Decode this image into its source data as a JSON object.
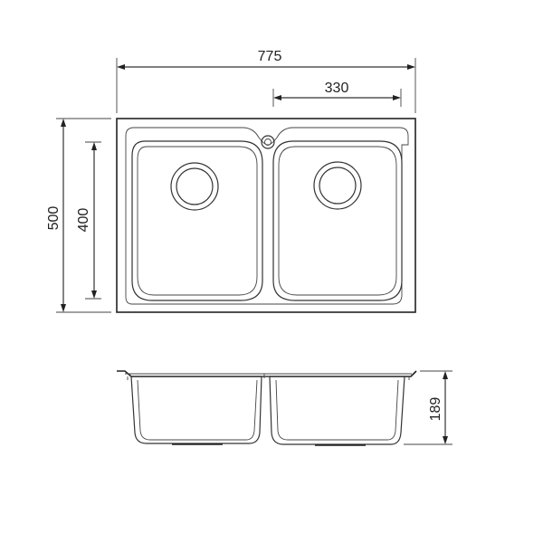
{
  "dimensions": {
    "overall_width": "775",
    "bowl_width": "330",
    "overall_depth": "500",
    "bowl_depth": "400",
    "bowl_height": "189"
  }
}
